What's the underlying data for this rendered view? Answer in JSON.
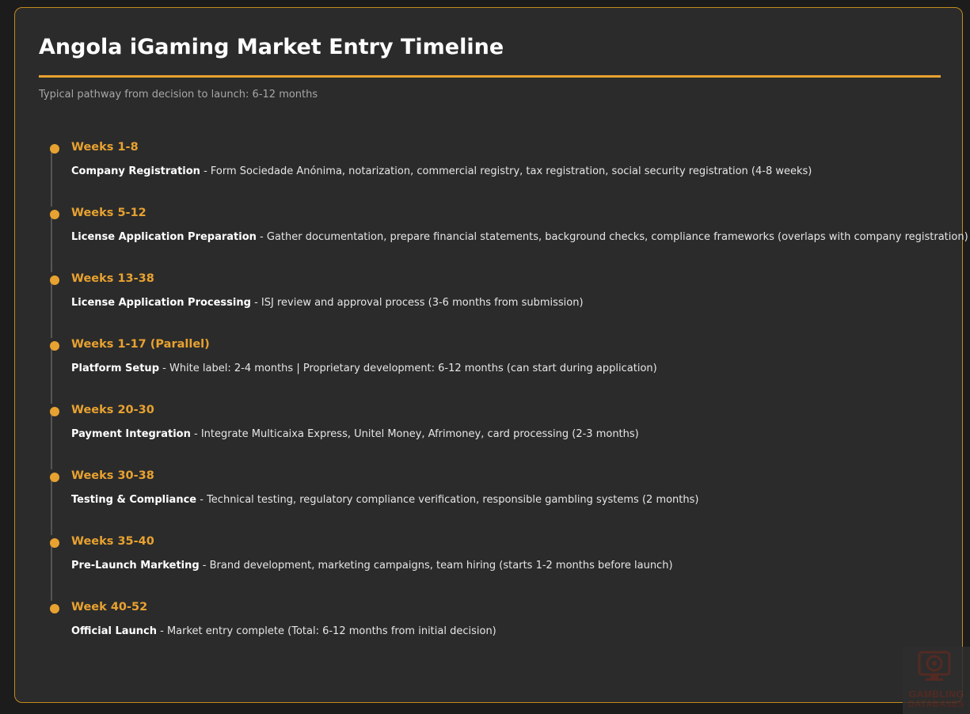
{
  "page": {
    "title": "Angola iGaming Market Entry Timeline",
    "subtitle": "Typical pathway from decision to launch: 6-12 months"
  },
  "timeline": [
    {
      "period": "Weeks 1-8",
      "label": "Company Registration",
      "separator": " - ",
      "text": "Form Sociedade Anónima, notarization, commercial registry, tax registration, social security registration (4-8 weeks)"
    },
    {
      "period": "Weeks 5-12",
      "label": "License Application Preparation",
      "separator": " - ",
      "text": "Gather documentation, prepare financial statements, background checks, compliance frameworks (overlaps with company registration)"
    },
    {
      "period": "Weeks 13-38",
      "label": "License Application Processing",
      "separator": " - ",
      "text": "ISJ review and approval process (3-6 months from submission)"
    },
    {
      "period": "Weeks 1-17 (Parallel)",
      "label": "Platform Setup",
      "separator": " - ",
      "text": "White label: 2-4 months | Proprietary development: 6-12 months (can start during application)"
    },
    {
      "period": "Weeks 20-30",
      "label": "Payment Integration",
      "separator": " - ",
      "text": "Integrate Multicaixa Express, Unitel Money, Afrimoney, card processing (2-3 months)"
    },
    {
      "period": "Weeks 30-38",
      "label": "Testing & Compliance",
      "separator": " - ",
      "text": "Technical testing, regulatory compliance verification, responsible gambling systems (2 months)"
    },
    {
      "period": "Weeks 35-40",
      "label": "Pre-Launch Marketing",
      "separator": " - ",
      "text": "Brand development, marketing campaigns, team hiring (starts 1-2 months before launch)"
    },
    {
      "period": "Week 40-52",
      "label": "Official Launch",
      "separator": " - ",
      "text": "Market entry complete (Total: 6-12 months from initial decision)"
    }
  ],
  "watermark": {
    "line1": "GAMBLING",
    "line2": "DATABASES",
    "icon": "roulette-chip-monitor-icon"
  },
  "colors": {
    "accent": "#e8a230",
    "card_background": "#2b2b2b",
    "page_background": "#1c1c1c",
    "border": "#c28a1e"
  }
}
